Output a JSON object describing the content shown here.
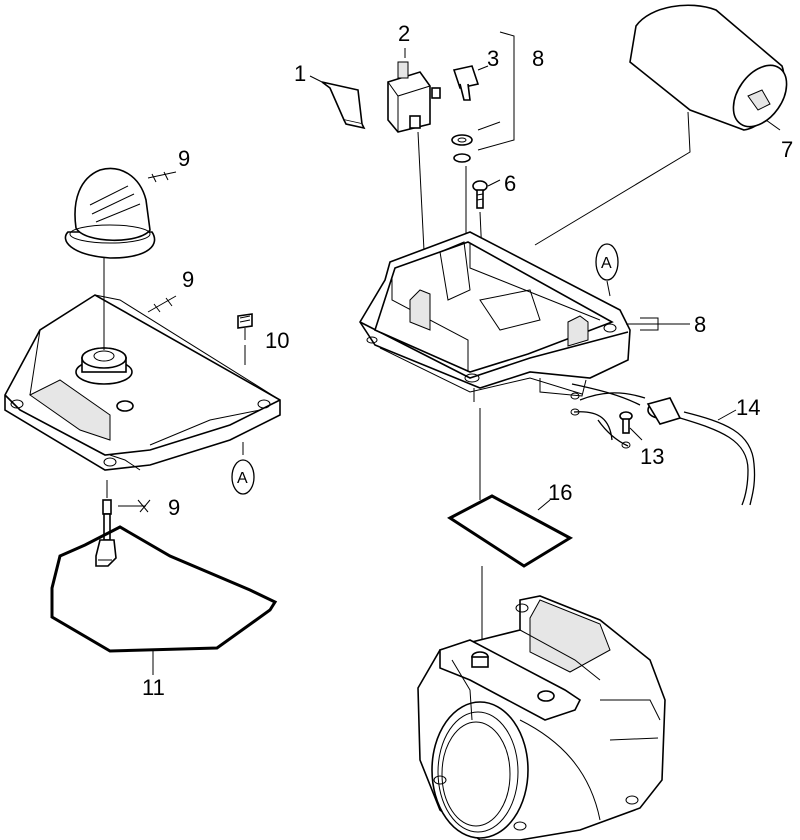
{
  "callouts": [
    {
      "id": "c1",
      "text": "1"
    },
    {
      "id": "c2",
      "text": "2"
    },
    {
      "id": "c3",
      "text": "3"
    },
    {
      "id": "c8a",
      "text": "8"
    },
    {
      "id": "c9a",
      "text": "9"
    },
    {
      "id": "c6",
      "text": "6"
    },
    {
      "id": "c7",
      "text": "7"
    },
    {
      "id": "c9b",
      "text": "9"
    },
    {
      "id": "c10",
      "text": "10"
    },
    {
      "id": "c8b",
      "text": "8"
    },
    {
      "id": "c14",
      "text": "14"
    },
    {
      "id": "c13",
      "text": "13"
    },
    {
      "id": "c9c",
      "text": "9"
    },
    {
      "id": "c16",
      "text": "16"
    },
    {
      "id": "c11",
      "text": "11"
    }
  ],
  "references": [
    {
      "id": "refA1",
      "text": "A"
    },
    {
      "id": "refA2",
      "text": "A"
    }
  ],
  "colors": {
    "line": "#000000",
    "fill": "#ffffff",
    "shade": "#e6e6e6"
  }
}
